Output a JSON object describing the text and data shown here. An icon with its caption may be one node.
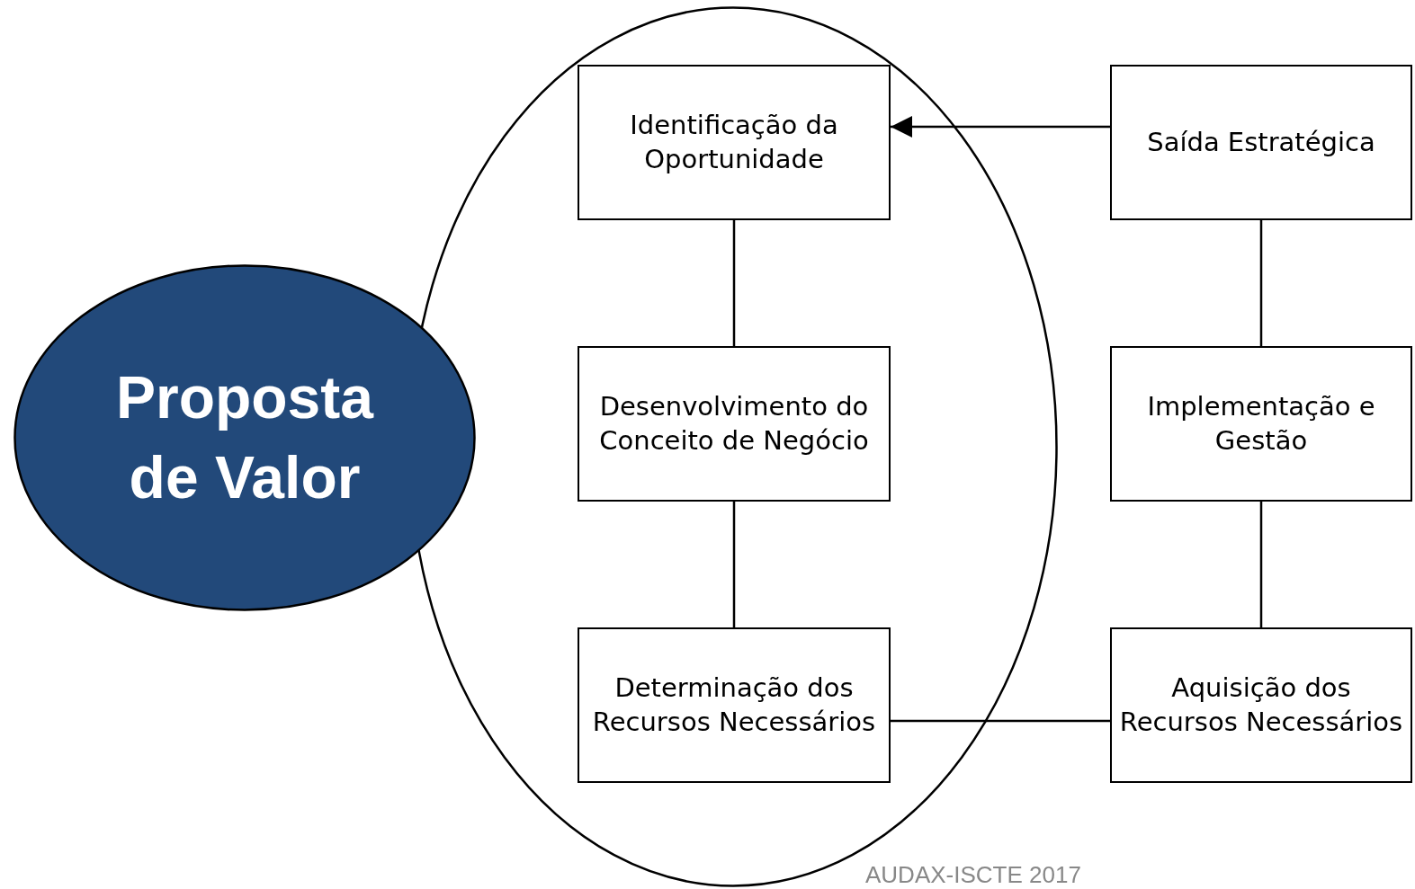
{
  "diagram": {
    "nodes": [
      {
        "text": [
          "Proposta de Valor"
        ]
      },
      {
        "text": [],
        "shape": "circle"
      },
      {
        "text": [
          "Identificação da Oportunidade"
        ],
        "in": 1
      },
      {
        "text": [
          "Saída Estratégica"
        ]
      },
      {
        "text": [
          "Desenvolvimento do Conceito de Negócio"
        ],
        "in": 1
      },
      {
        "text": [
          "Implementação e Gestão"
        ]
      },
      {
        "text": [
          "Determinação dos Recursos Necessários"
        ],
        "in": 1
      },
      {
        "text": [
          "Aquisição dos Recursos Necessários"
        ]
      }
    ],
    "edges": [
      {
        "from": 3,
        "to": 2,
        "arrow": "to"
      },
      {
        "from": 2,
        "to": 4,
        "arrow": "none"
      },
      {
        "from": 4,
        "to": 6,
        "arrow": "none"
      },
      {
        "from": 3,
        "to": 5,
        "arrow": "none"
      },
      {
        "from": 5,
        "to": 7,
        "arrow": "none"
      },
      {
        "from": 6,
        "to": 7,
        "arrow": "none"
      }
    ],
    "labels": [
      "AUDAX-ISCTE 2017"
    ]
  }
}
